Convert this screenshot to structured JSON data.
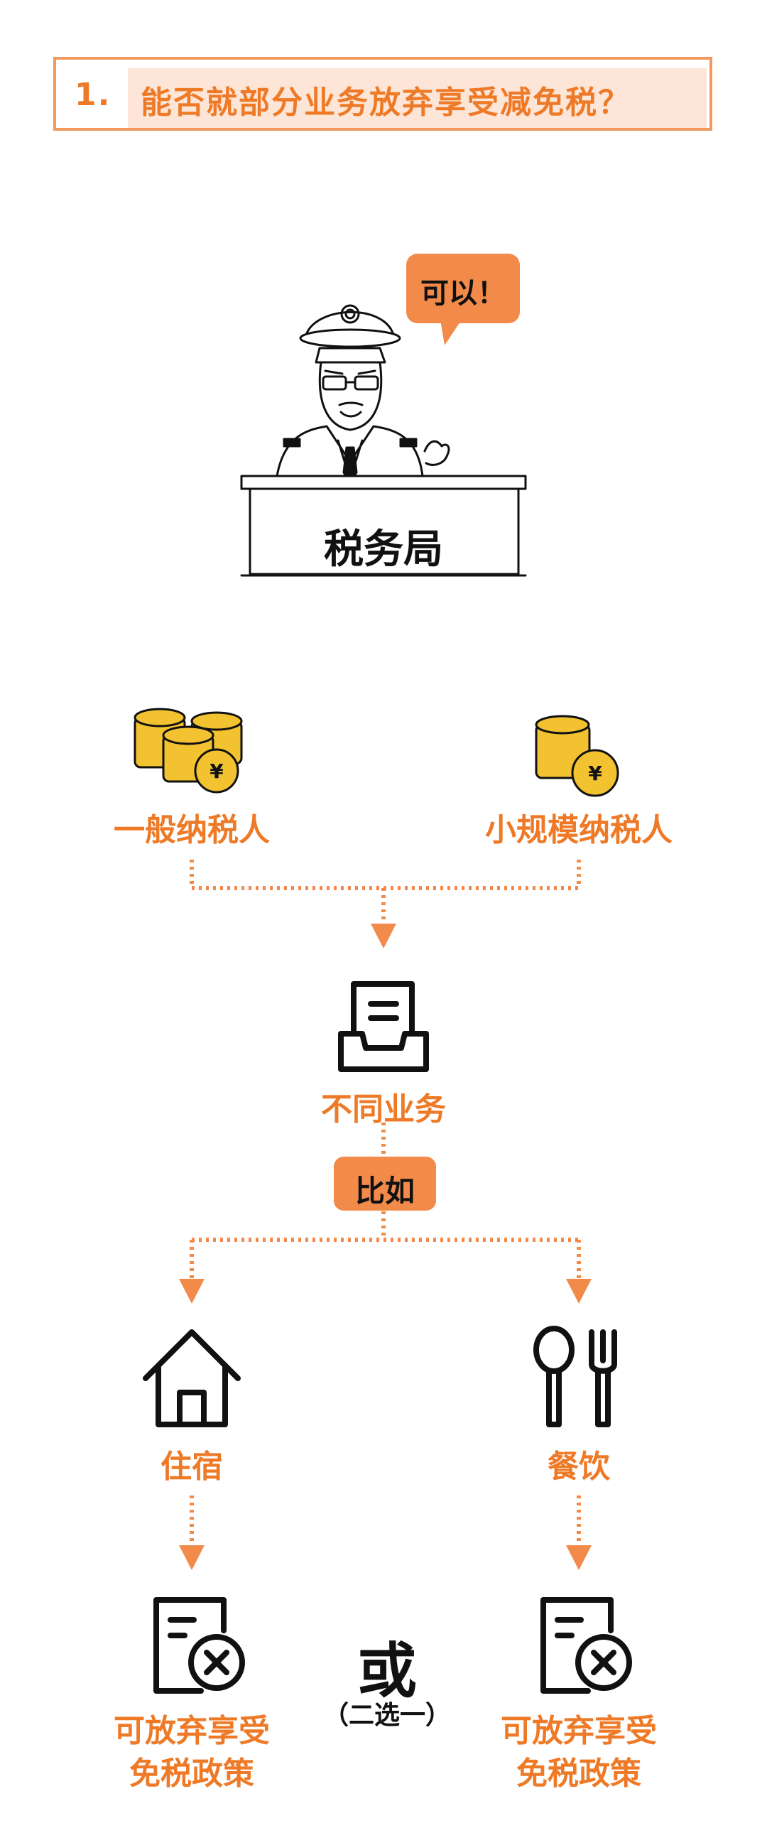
{
  "header": {
    "number": "1.",
    "question": "能否就部分业务放弃享受减免税？"
  },
  "officer": {
    "speech": "可以！",
    "desk_label": "税务局"
  },
  "taxpayers": {
    "general": "一般纳税人",
    "small_scale": "小规模纳税人"
  },
  "business": {
    "label": "不同业务",
    "example_tag": "比如"
  },
  "categories": {
    "lodging": "住宿",
    "catering": "餐饮"
  },
  "outcome": {
    "left_line1": "可放弃享受",
    "left_line2": "免税政策",
    "right_line1": "可放弃享受",
    "right_line2": "免税政策",
    "or": "或",
    "or_note": "（二选一）"
  },
  "colors": {
    "accent": "#ee7a27",
    "accent_light": "#fde6d8",
    "coin": "#f2c230",
    "ink": "#111111"
  }
}
